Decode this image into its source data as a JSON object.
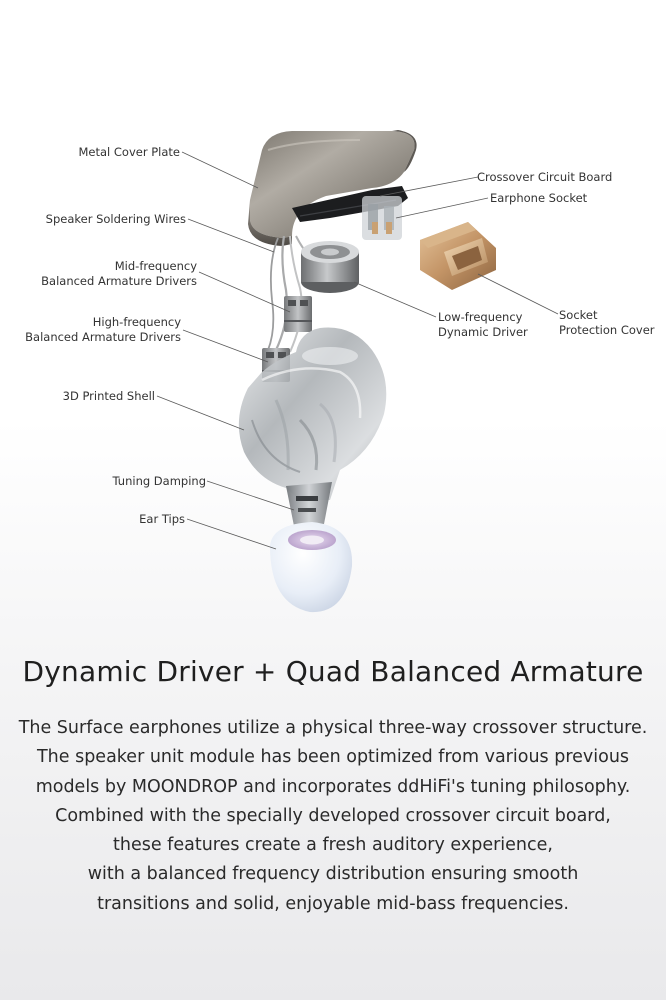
{
  "callouts": {
    "metal_cover_plate": "Metal Cover Plate",
    "speaker_soldering_wires": "Speaker Soldering Wires",
    "mid_frequency_line1": "Mid-frequency",
    "mid_frequency_line2": "Balanced Armature Drivers",
    "high_frequency_line1": "High-frequency",
    "high_frequency_line2": "Balanced Armature Drivers",
    "printed_shell": "3D Printed Shell",
    "tuning_damping": "Tuning Damping",
    "ear_tips": "Ear Tips",
    "crossover_circuit_board": "Crossover Circuit Board",
    "earphone_socket": "Earphone Socket",
    "low_frequency_line1": "Low-frequency",
    "low_frequency_line2": "Dynamic Driver",
    "socket_cover_line1": "Socket",
    "socket_cover_line2": "Protection Cover"
  },
  "headline": "Dynamic Driver + Quad Balanced Armature",
  "description_lines": [
    "The Surface earphones utilize a physical three-way crossover structure.",
    "The speaker unit module has been optimized from various previous",
    "models by MOONDROP and incorporates ddHiFi's tuning philosophy.",
    "Combined with the specially developed crossover circuit board,",
    "these features create a fresh auditory experience,",
    "with a balanced frequency distribution ensuring smooth",
    "transitions and solid, enjoyable mid-bass frequencies."
  ],
  "colors": {
    "metal": "#8f8a84",
    "gold": "#c9a173",
    "shell": "#b8bcc0",
    "ear_tip": "#e6ecf5",
    "ear_tip_inner": "#c9b6d6",
    "text": "#2a2a2a"
  }
}
